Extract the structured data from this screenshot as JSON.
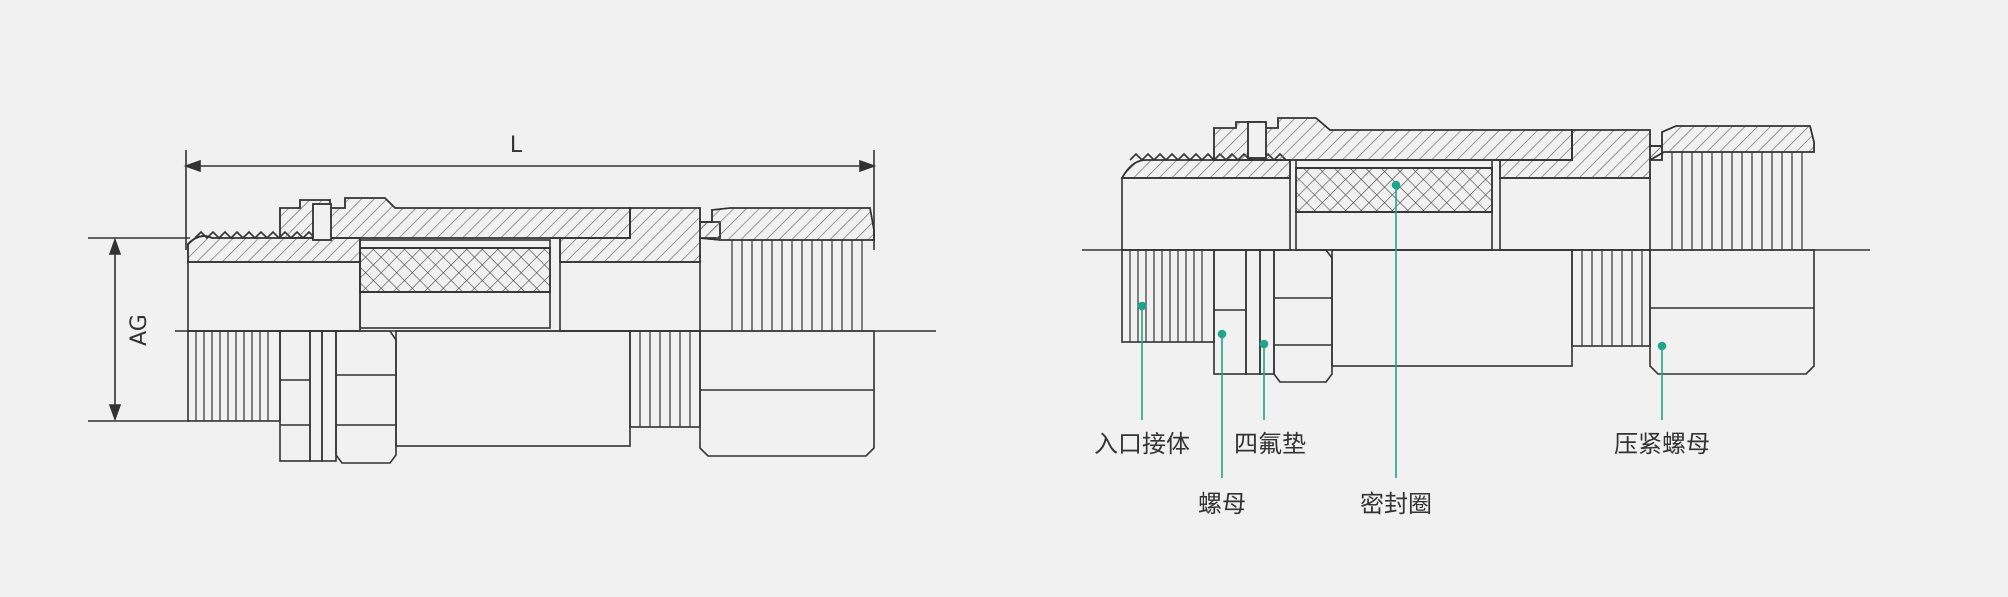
{
  "dimensions": {
    "length": "L",
    "thread": "AG"
  },
  "parts": [
    {
      "label": "入口接体"
    },
    {
      "label": "螺母"
    },
    {
      "label": "四氟垫"
    },
    {
      "label": "密封圈"
    },
    {
      "label": "压紧螺母"
    }
  ],
  "colors": {
    "line": "#333333",
    "leader": "#1fa58a",
    "background": "#f1f1f1",
    "hatch": "#555555"
  }
}
